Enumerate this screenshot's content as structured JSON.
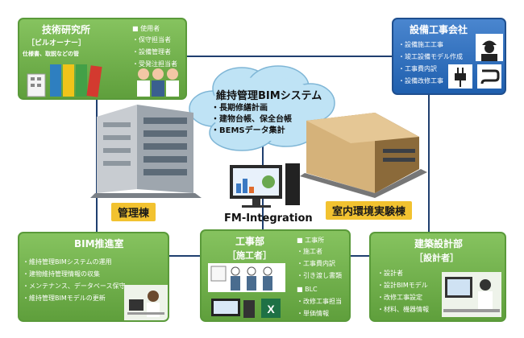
{
  "center": {
    "title": "維持管理BIMシステム",
    "items": [
      "長期修繕計画",
      "建物台帳、保全台帳",
      "BEMSデータ集計"
    ],
    "fm_label": "FM-Integration"
  },
  "buildings": {
    "left_label": "管理棟",
    "right_label": "室内環境実験棟"
  },
  "tech_lab": {
    "title": "技術研究所",
    "role": "［ビルオーナー］",
    "note": "仕様書、取説などの管",
    "users_header": "使用者",
    "users": [
      "保守担当者",
      "設備管理者",
      "受発注担当者"
    ]
  },
  "equipment_co": {
    "title": "設備工事会社",
    "items": [
      "設備施工工事",
      "竣工設備モデル作成",
      "工事費内訳",
      "設備改修工事"
    ]
  },
  "bim_office": {
    "title": "BIM推進室",
    "items": [
      "維持管理BIMシステムの運用",
      "建物維持管理情報の収集",
      "メンテナンス、データベース保守",
      "維持管理BIMモデルの更新"
    ]
  },
  "construction": {
    "title": "工事部",
    "role": "［施工者］",
    "group1_header": "工事所",
    "group1": [
      "施工者",
      "工事費内訳",
      "引き渡し書類"
    ],
    "group2_header": "BLC",
    "group2": [
      "改修工事担当",
      "単価情報"
    ]
  },
  "design": {
    "title": "建築設計部",
    "role": "［設計者］",
    "items": [
      "設計者",
      "設計BIMモデル",
      "改修工事設定",
      "材料、機器情報"
    ]
  },
  "colors": {
    "green": "#6aab45",
    "blue": "#2a66b3",
    "line": "#1f3f6f",
    "yellow": "#f2c230",
    "cloud": "#bfe3f5"
  },
  "icons": [
    "documents-icon",
    "binders-icon",
    "people-icon",
    "worker-icon",
    "plug-icon",
    "pipe-icon",
    "workers-icon",
    "computer-icon",
    "excel-icon",
    "engineer-icon",
    "office-worker-icon",
    "building-icon",
    "cloud-icon"
  ]
}
